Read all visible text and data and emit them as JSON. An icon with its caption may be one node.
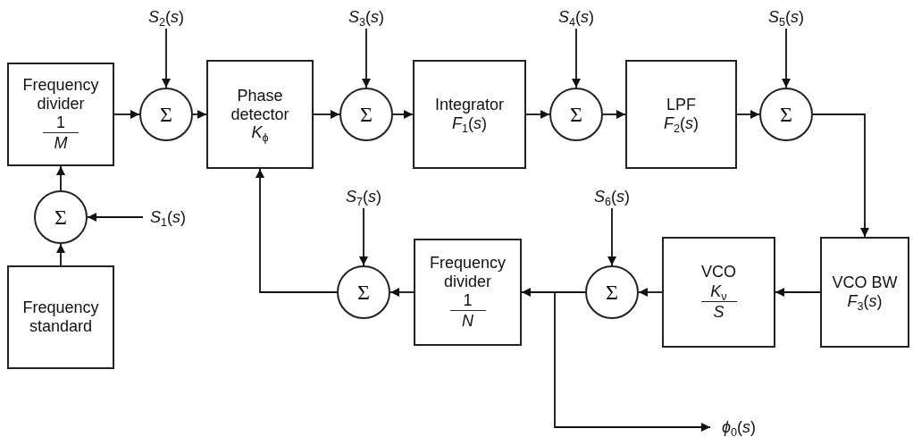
{
  "diagram": {
    "nodes": [
      {
        "text": [
          "*S*$_{2}$(*s*)"
        ]
      },
      {
        "text": [
          "*S*$_{3}$(*s*)"
        ]
      },
      {
        "text": [
          "*S*$_{4}$(*s*)"
        ]
      },
      {
        "text": [
          "*S*$_{5}$(*s*)"
        ]
      },
      {
        "text": [
          "Frequency divider",
          "1",
          "M"
        ]
      },
      {
        "text": [
          "Σ"
        ]
      },
      {
        "text": [
          "Phase detector",
          "*K*$_{ϕ}$"
        ]
      },
      {
        "text": [
          "Σ"
        ]
      },
      {
        "text": [
          "Integrator",
          "*F*$_{1}$(*s*)"
        ]
      },
      {
        "text": [
          "Σ"
        ]
      },
      {
        "text": [
          "LPF",
          "*F*$_{2}$(*s*)"
        ]
      },
      {
        "text": [
          "Σ"
        ]
      },
      {
        "text": [
          "Σ"
        ]
      },
      {
        "text": [
          "*S*$_{1}$(*s*)"
        ]
      },
      {
        "text": [
          "Frequency standard"
        ]
      },
      {
        "text": [
          "*S*$_{7}$(*s*)"
        ]
      },
      {
        "text": [
          "*S*$_{6}$(*s*)"
        ]
      },
      {
        "text": [
          "Σ"
        ]
      },
      {
        "text": [
          "Frequency divider",
          "1",
          "N"
        ]
      },
      {
        "text": [
          "Σ"
        ]
      },
      {
        "text": [
          "VCO",
          "*K*$_{ν}$",
          "S"
        ]
      },
      {
        "text": [
          "VCO BW",
          "*F*$_{3}$(*s*)"
        ]
      },
      {
        "text": [
          "*ϕ*$_{0}$(*s*)"
        ]
      }
    ],
    "edges": [
      {
        "from": 0,
        "to": 5,
        "arrow": "to"
      },
      {
        "from": 4,
        "to": 5,
        "arrow": "to"
      },
      {
        "from": 5,
        "to": 6,
        "arrow": "to"
      },
      {
        "from": 1,
        "to": 7,
        "arrow": "to"
      },
      {
        "from": 6,
        "to": 7,
        "arrow": "to"
      },
      {
        "from": 7,
        "to": 8,
        "arrow": "to"
      },
      {
        "from": 8,
        "to": 9,
        "arrow": "to"
      },
      {
        "from": 2,
        "to": 9,
        "arrow": "to"
      },
      {
        "from": 9,
        "to": 10,
        "arrow": "to"
      },
      {
        "from": 10,
        "to": 11,
        "arrow": "to"
      },
      {
        "from": 3,
        "to": 11,
        "arrow": "to"
      },
      {
        "from": 11,
        "to": 21,
        "arrow": "to"
      },
      {
        "from": 21,
        "to": 20,
        "arrow": "to"
      },
      {
        "from": 20,
        "to": 19,
        "arrow": "to"
      },
      {
        "from": 16,
        "to": 19,
        "arrow": "to"
      },
      {
        "from": 19,
        "to": 18,
        "arrow": "to"
      },
      {
        "from": 18,
        "to": 17,
        "arrow": "to"
      },
      {
        "from": 15,
        "to": 17,
        "arrow": "to"
      },
      {
        "from": 17,
        "to": 6,
        "arrow": "to"
      },
      {
        "from": 14,
        "to": 12,
        "arrow": "to"
      },
      {
        "from": 13,
        "to": 12,
        "arrow": "to"
      },
      {
        "from": 12,
        "to": 4,
        "arrow": "to"
      },
      {
        "from": 19,
        "to": 22,
        "arrow": "to"
      }
    ]
  }
}
